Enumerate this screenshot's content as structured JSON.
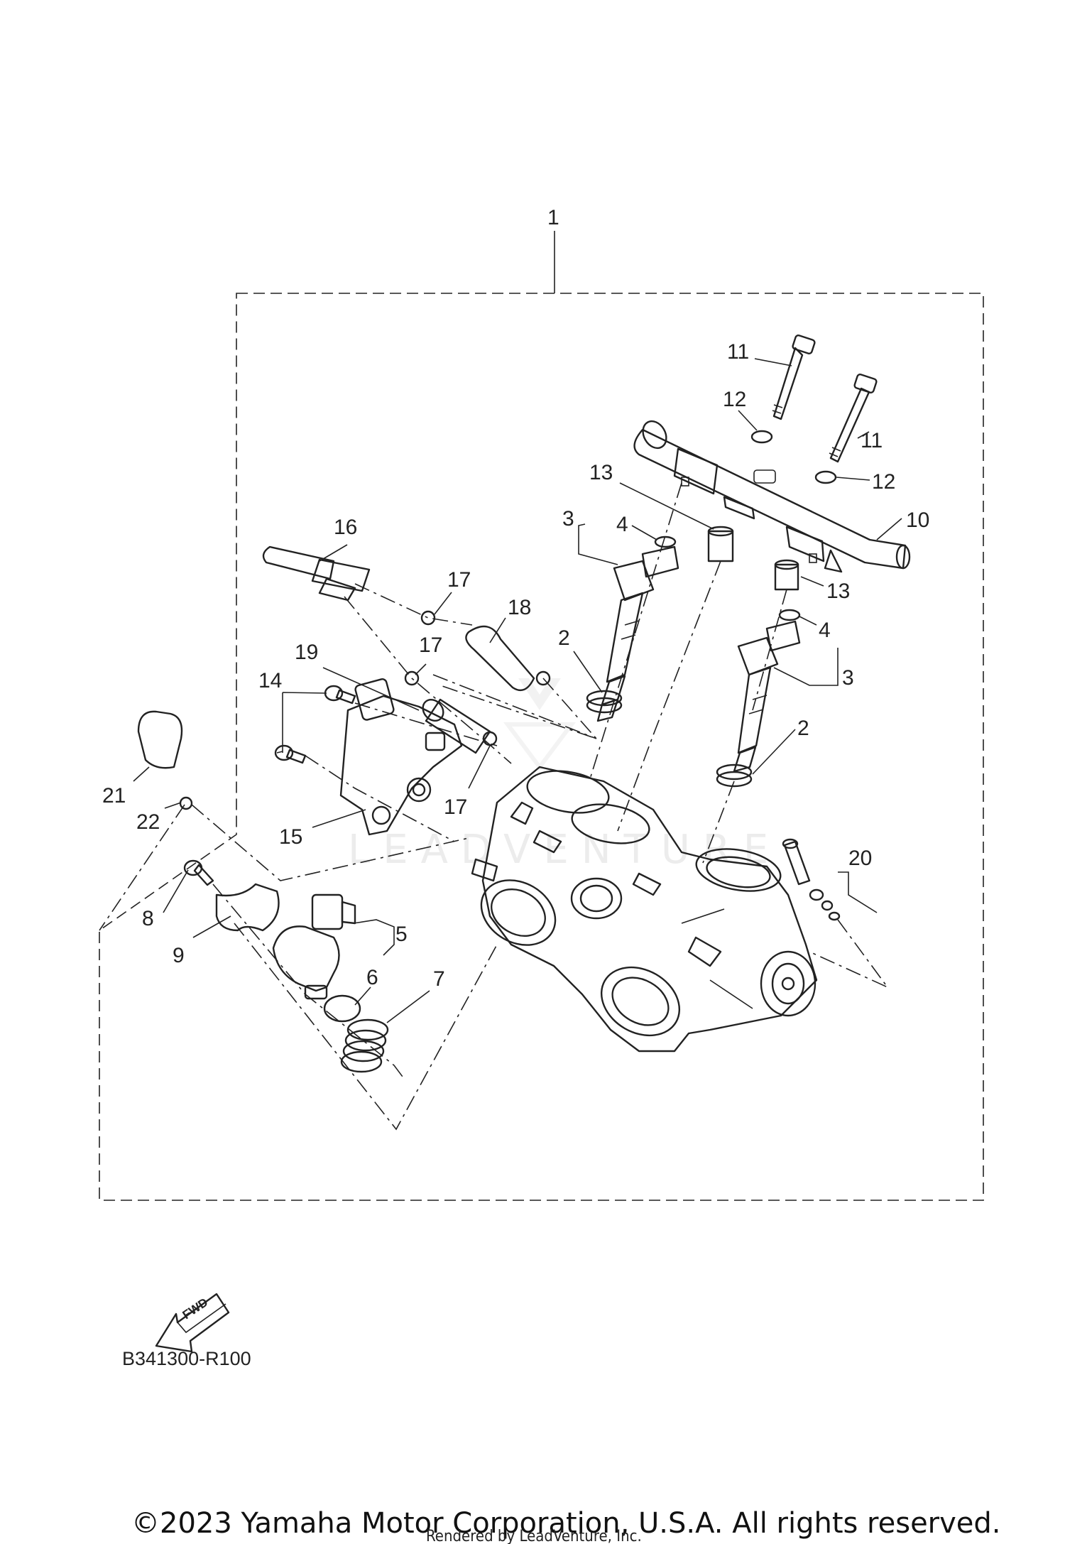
{
  "diagram": {
    "reference_code": "B341300-R100",
    "fwd_label": "FWD",
    "copyright": "©2023 Yamaha Motor Corporation, U.S.A. All rights reserved.",
    "rendered_by": "Rendered by LeadVenture, Inc.",
    "watermark": "LEADVENTURE",
    "callouts": {
      "c1": "1",
      "c2a": "2",
      "c2b": "2",
      "c3a": "3",
      "c3b": "3",
      "c4a": "4",
      "c4b": "4",
      "c5": "5",
      "c6": "6",
      "c7": "7",
      "c8": "8",
      "c9": "9",
      "c10": "10",
      "c11a": "11",
      "c11b": "11",
      "c12a": "12",
      "c12b": "12",
      "c13a": "13",
      "c13b": "13",
      "c14": "14",
      "c15": "15",
      "c16": "16",
      "c17a": "17",
      "c17b": "17",
      "c17c": "17",
      "c18": "18",
      "c19": "19",
      "c20": "20",
      "c21": "21",
      "c22": "22"
    }
  }
}
